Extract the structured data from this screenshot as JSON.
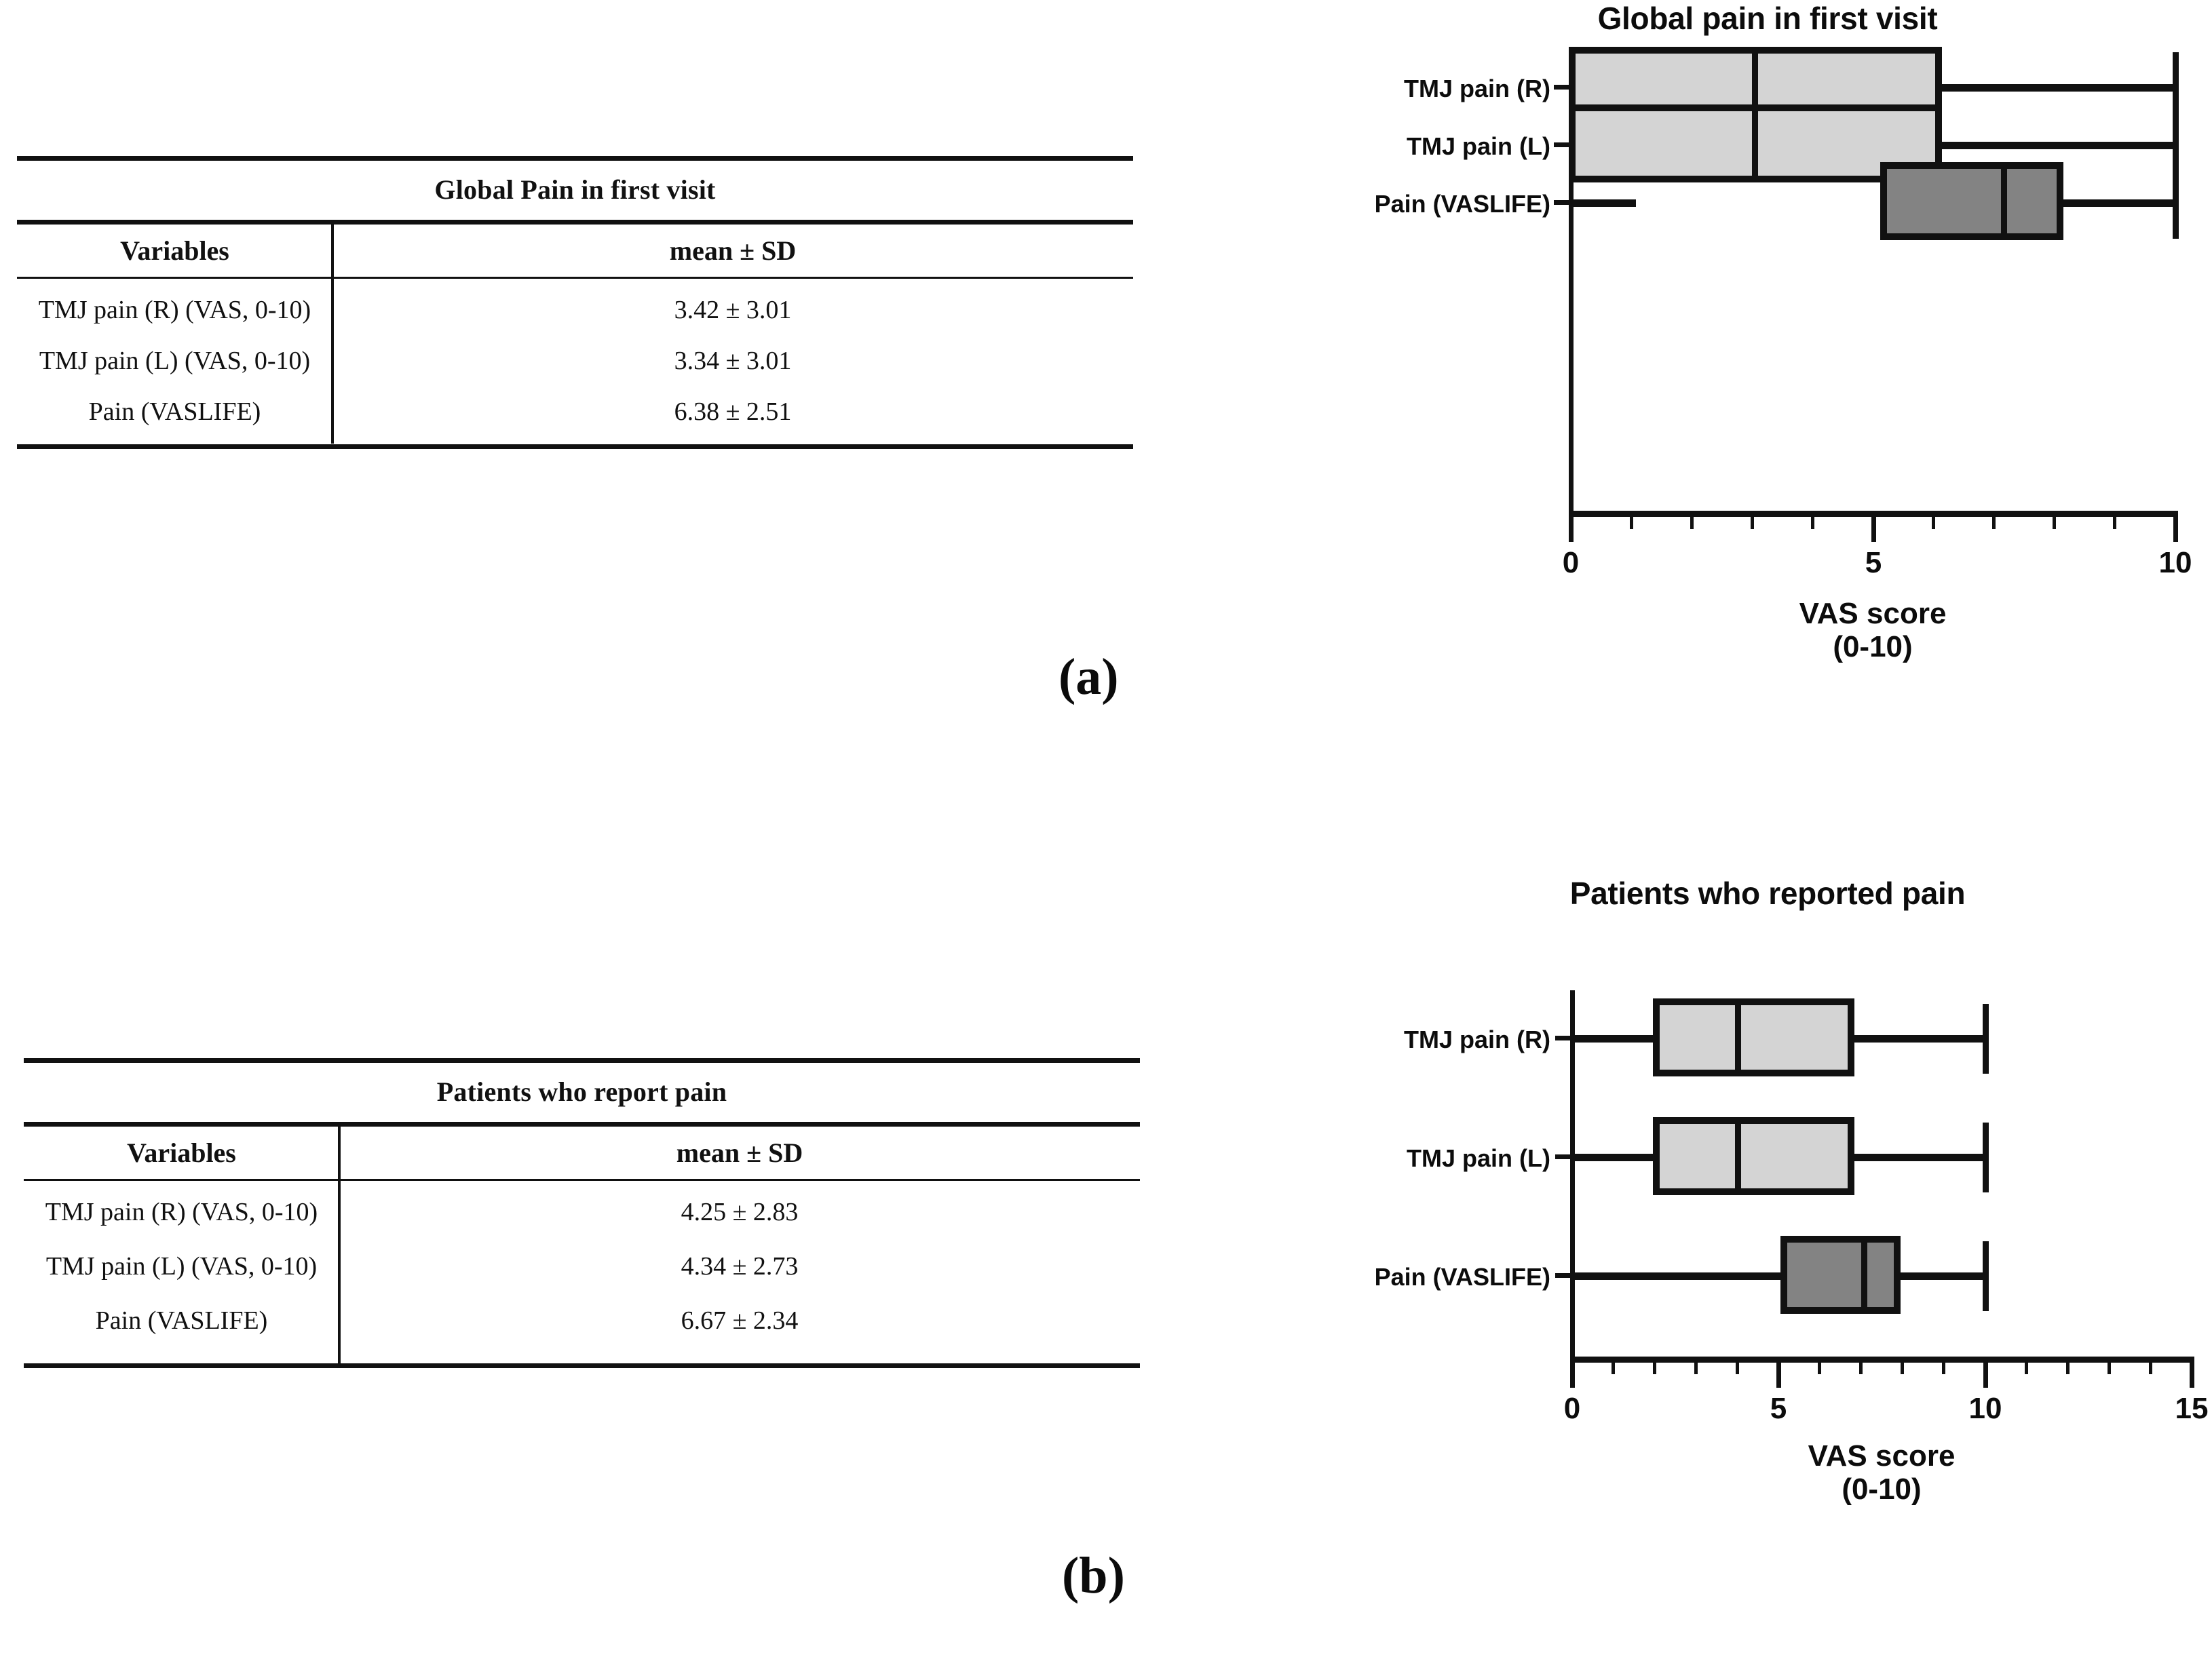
{
  "figure": {
    "panel_a_letter": "(a)",
    "panel_b_letter": "(b)"
  },
  "table_a": {
    "title": "Global Pain in first visit",
    "columns": [
      "Variables",
      "mean ± SD"
    ],
    "rows": [
      {
        "variable": "TMJ pain (R) (VAS, 0-10)",
        "value": "3.42 ± 3.01"
      },
      {
        "variable": "TMJ pain (L) (VAS, 0-10)",
        "value": "3.34 ± 3.01"
      },
      {
        "variable": "Pain (VASLIFE)",
        "value": "6.38 ± 2.51"
      }
    ]
  },
  "table_b": {
    "title": "Patients who report pain",
    "columns": [
      "Variables",
      "mean ± SD"
    ],
    "rows": [
      {
        "variable": "TMJ pain (R) (VAS, 0-10)",
        "value": "4.25 ± 2.83"
      },
      {
        "variable": "TMJ pain (L) (VAS, 0-10)",
        "value": "4.34 ± 2.73"
      },
      {
        "variable": "Pain (VASLIFE)",
        "value": "6.67 ± 2.34"
      }
    ]
  },
  "chart_data": [
    {
      "id": "chart_a",
      "type": "box",
      "title": "Global pain in first visit",
      "orientation": "horizontal",
      "xlabel": "VAS score",
      "xlabel_sub": "(0-10)",
      "ylabel": "",
      "xlim": [
        0,
        10
      ],
      "xticks": [
        0,
        5,
        10
      ],
      "xticklabels": [
        "0",
        "5",
        "10"
      ],
      "minor_tick_step": 1,
      "grid": false,
      "legend": "none",
      "categories": [
        "TMJ pain (R)",
        "TMJ pain (L)",
        "Pain (VASLIFE)"
      ],
      "boxes": [
        {
          "label": "TMJ pain (R)",
          "whisker_low": 0.0,
          "q1": 0.0,
          "median": 3.05,
          "q3": 6.1,
          "whisker_high": 10.0,
          "fill": "#d4d4d4"
        },
        {
          "label": "TMJ pain (L)",
          "whisker_low": 0.0,
          "q1": 0.0,
          "median": 3.05,
          "q3": 6.1,
          "whisker_high": 10.0,
          "fill": "#d4d4d4"
        },
        {
          "label": "Pain (VASLIFE)",
          "whisker_low": 0.0,
          "q1": 5.15,
          "median": 7.15,
          "q3": 8.15,
          "whisker_high": 10.0,
          "fill": "#838383"
        }
      ]
    },
    {
      "id": "chart_b",
      "type": "box",
      "title": "Patients who reported pain",
      "orientation": "horizontal",
      "xlabel": "VAS score",
      "xlabel_sub": "(0-10)",
      "ylabel": "",
      "xlim": [
        0,
        15
      ],
      "xticks": [
        0,
        5,
        10,
        15
      ],
      "xticklabels": [
        "0",
        "5",
        "10",
        "15"
      ],
      "minor_tick_step": 1,
      "grid": false,
      "legend": "none",
      "categories": [
        "TMJ pain (R)",
        "TMJ pain (L)",
        "Pain (VASLIFE)"
      ],
      "boxes": [
        {
          "label": "TMJ pain (R)",
          "whisker_low": 0.0,
          "q1": 2.0,
          "median": 4.0,
          "q3": 6.9,
          "whisker_high": 10.0,
          "fill": "#d4d4d4"
        },
        {
          "label": "TMJ pain (L)",
          "whisker_low": 0.0,
          "q1": 2.0,
          "median": 4.0,
          "q3": 6.9,
          "whisker_high": 10.0,
          "fill": "#d4d4d4"
        },
        {
          "label": "Pain (VASLIFE)",
          "whisker_low": 0.0,
          "q1": 5.1,
          "median": 7.05,
          "q3": 8.0,
          "whisker_high": 10.0,
          "fill": "#838383"
        }
      ]
    }
  ]
}
